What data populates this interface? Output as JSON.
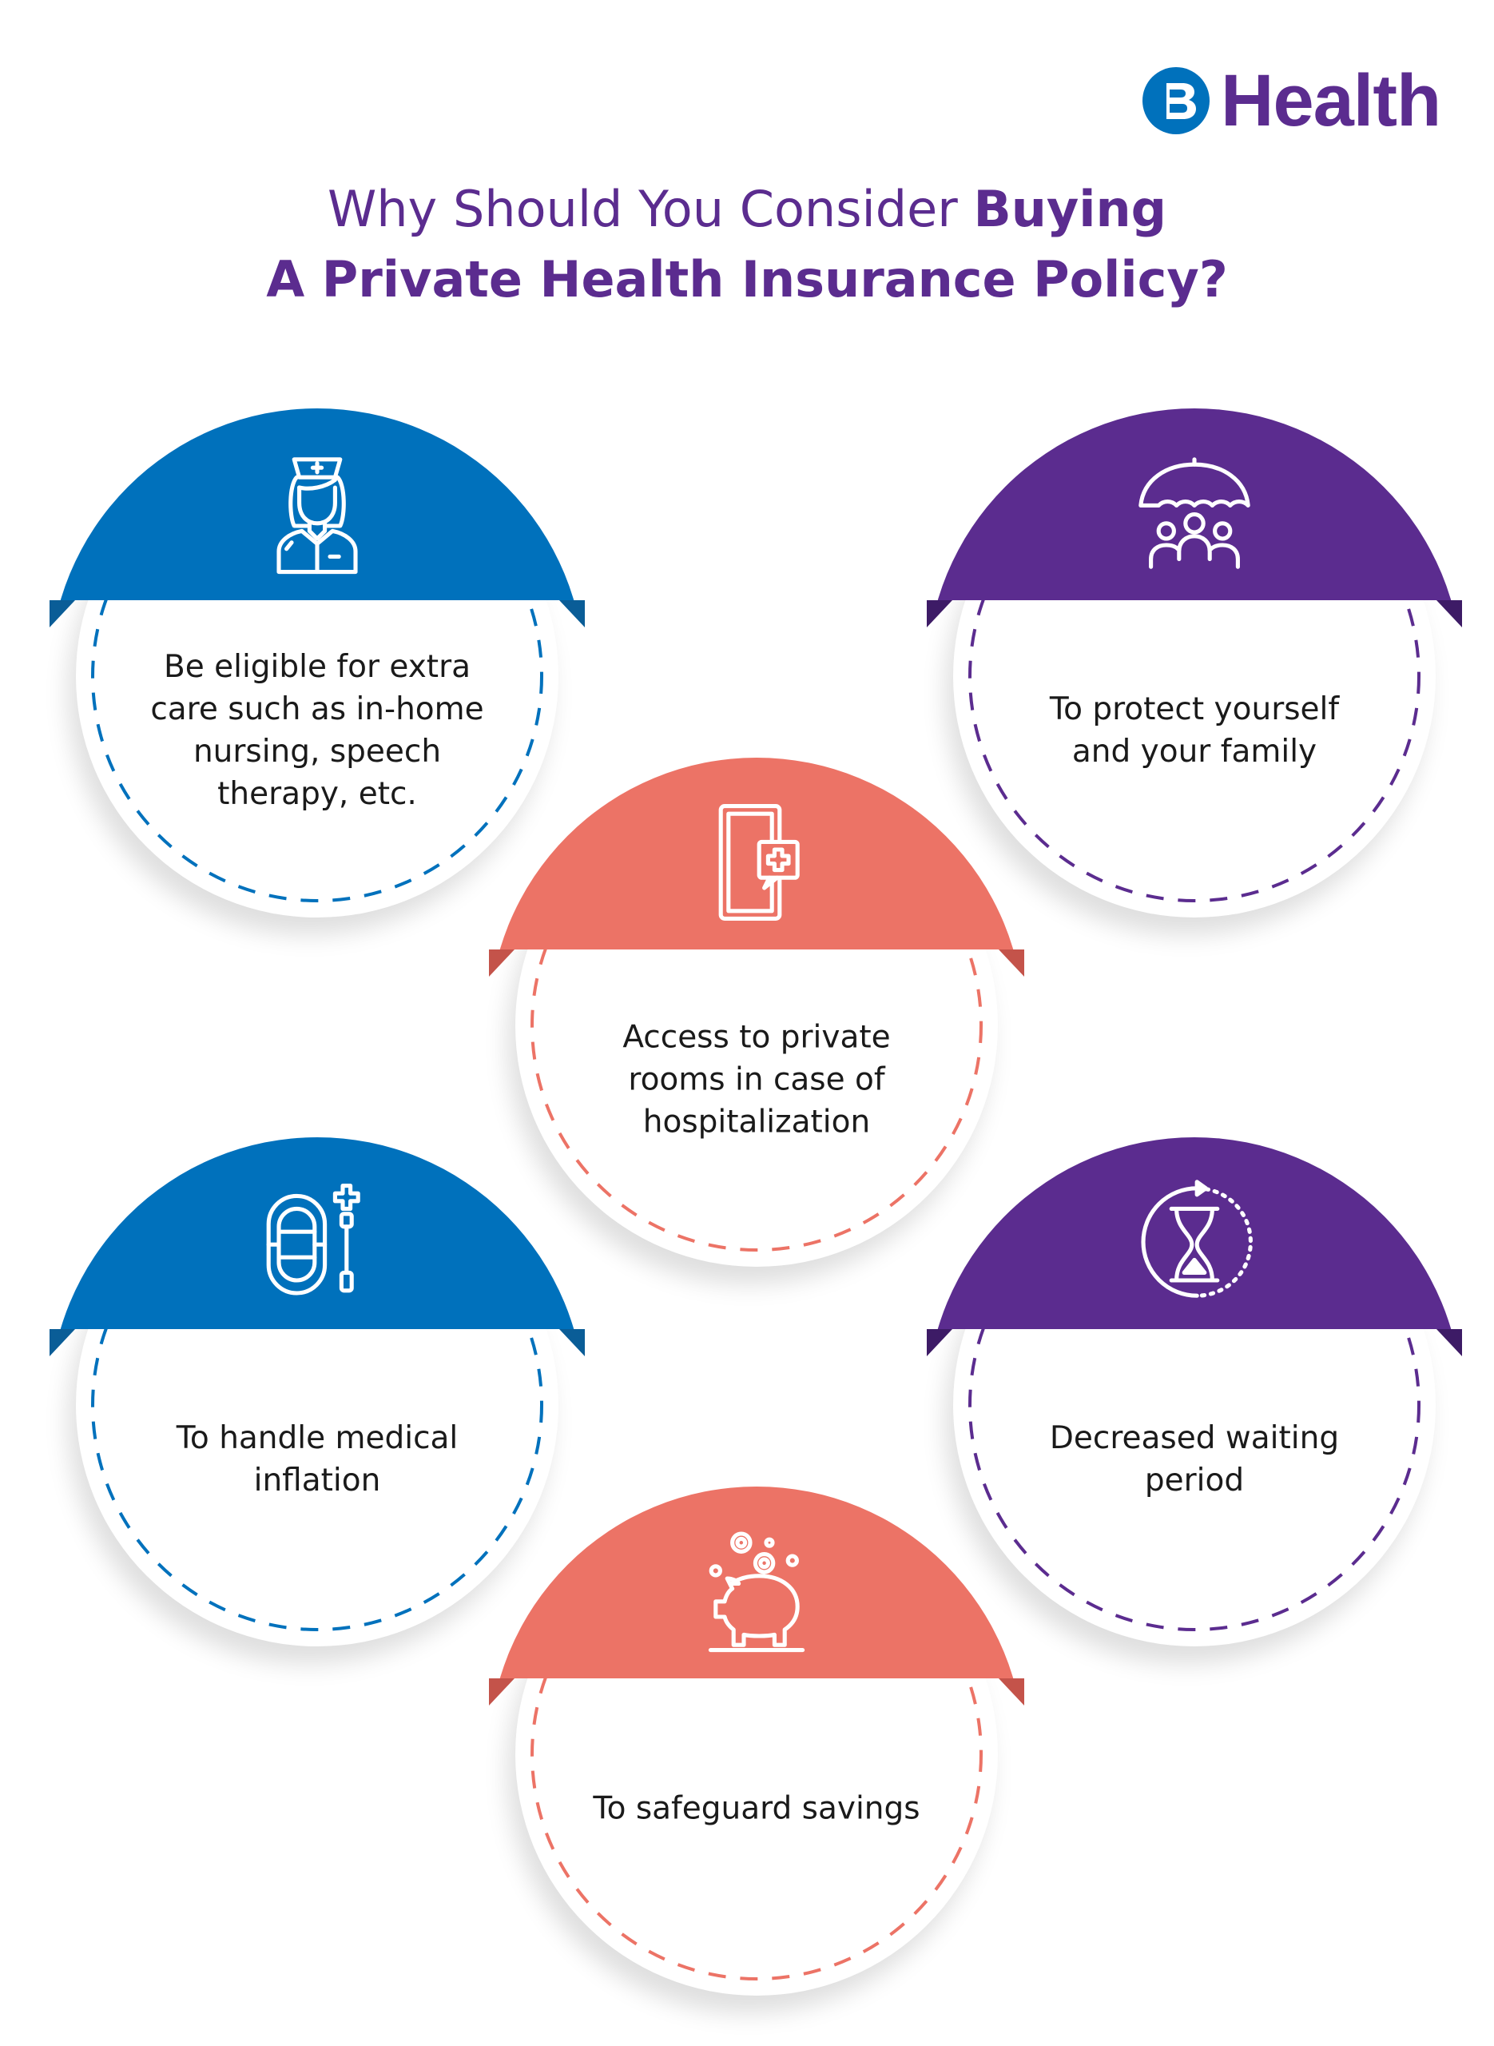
{
  "brand": {
    "logo_letter": "B",
    "name": "Health"
  },
  "title": {
    "line1_regular": "Why Should You Consider ",
    "line1_bold": "Buying",
    "line2_bold": "A Private Health Insurance Policy?"
  },
  "colors": {
    "blue": "#0071bc",
    "purple": "#5b2c8f",
    "coral": "#ec7366"
  },
  "cards": [
    {
      "icon": "nurse-icon",
      "text": "Be eligible for extra care such as in-home nursing, speech therapy, etc."
    },
    {
      "icon": "umbrella-family-icon",
      "text": "To protect yourself and your family"
    },
    {
      "icon": "mobile-medical-icon",
      "text": "Access to private rooms in case of hospitalization"
    },
    {
      "icon": "life-raft-icon",
      "text": "To handle medical inflation"
    },
    {
      "icon": "hourglass-icon",
      "text": "Decreased waiting period"
    },
    {
      "icon": "piggy-bank-icon",
      "text": "To safeguard savings"
    }
  ]
}
